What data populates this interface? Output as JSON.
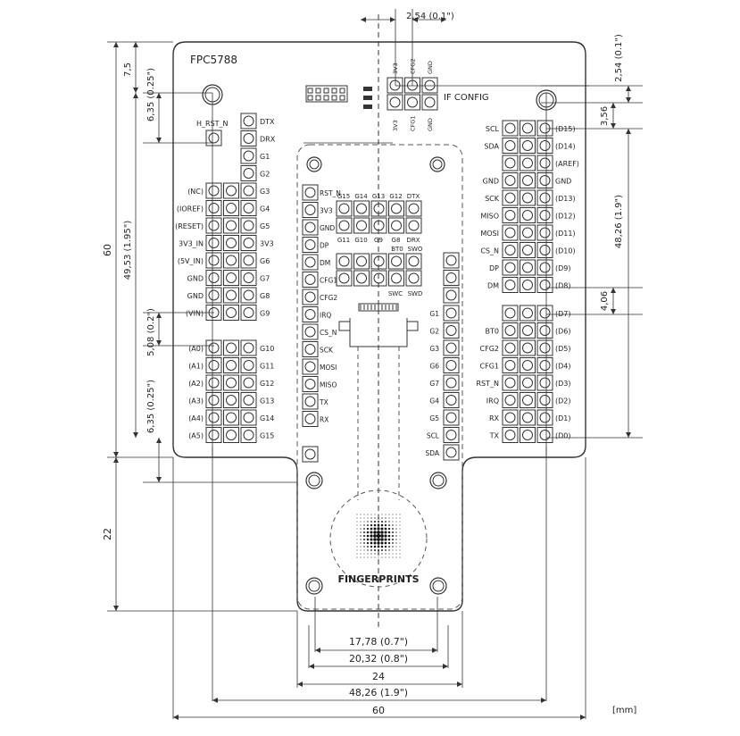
{
  "board": {
    "title": "FPC5788",
    "if_config_label": "IF CONFIG",
    "fingerprints_label": "FINGERPRINTS",
    "h_rst_n_label": "H_RST_N",
    "units": "[mm]"
  },
  "if_config_pins_top": [
    "3V3",
    "CFG2",
    "GND"
  ],
  "if_config_pins_bottom": [
    "3V3",
    "CFG1",
    "GND"
  ],
  "left_header_top": {
    "right_labels": [
      "DTX",
      "DRX",
      "G1",
      "G2"
    ]
  },
  "left_header_main": {
    "left_labels": [
      "(NC)",
      "(IOREF)",
      "(RESET)",
      "3V3_IN",
      "(5V_IN)",
      "GND",
      "GND",
      "(VIN)"
    ],
    "right_labels": [
      "G3",
      "G4",
      "G5",
      "3V3",
      "G6",
      "G7",
      "G8",
      "G9"
    ]
  },
  "left_header_analog": {
    "left_labels": [
      "(A0)",
      "(A1)",
      "(A2)",
      "(A3)",
      "(A4)",
      "(A5)"
    ],
    "right_labels": [
      "G10",
      "G11",
      "G12",
      "G13",
      "G14",
      "G15"
    ]
  },
  "right_header_top": {
    "left_labels": [
      "SCL",
      "SDA",
      "",
      "GND",
      "SCK",
      "MISO",
      "MOSI",
      "CS_N",
      "DP",
      "DM"
    ],
    "right_labels": [
      "(D15)",
      "(D14)",
      "(AREF)",
      "GND",
      "(D13)",
      "(D12)",
      "(D11)",
      "(D10)",
      "(D9)",
      "(D8)"
    ]
  },
  "right_header_bottom": {
    "left_labels": [
      "",
      "BT0",
      "CFG2",
      "CFG1",
      "RST_N",
      "IRQ",
      "RX",
      "TX"
    ],
    "right_labels": [
      "(D7)",
      "(D6)",
      "(D5)",
      "(D4)",
      "(D3)",
      "(D2)",
      "(D1)",
      "(D0)"
    ]
  },
  "sensor_left_column": {
    "labels": [
      "RST_N",
      "3V3",
      "GND",
      "DP",
      "DM",
      "CFG1",
      "CFG2",
      "IRQ",
      "CS_N",
      "SCK",
      "MOSI",
      "MISO",
      "TX",
      "RX"
    ]
  },
  "sensor_right_column": {
    "labels": [
      "G1",
      "G2",
      "G3",
      "G6",
      "G7",
      "G4",
      "G5",
      "SCL",
      "SDA"
    ]
  },
  "gpio_block_a": {
    "top_labels": [
      "G15",
      "G14",
      "G13",
      "G12",
      "DTX"
    ],
    "bottom_labels": [
      "G11",
      "G10",
      "G9",
      "G8",
      "DRX"
    ]
  },
  "swd_block": {
    "top_labels": [
      "BT0",
      "SWO"
    ],
    "bottom_labels": [
      "SWC",
      "SWD"
    ]
  },
  "dimensions": {
    "top_pitch": "2,54 (0.1\")",
    "right_top_pitch": "2,54 (0.1\")",
    "right_offset": "3,56",
    "right_span": "48,26 (1.9\")",
    "right_gap": "4,06",
    "left_top_7_5": "7,5",
    "left_top_6_35": "6,35 (0.25\")",
    "left_height": "60",
    "left_span": "49,53 (1.95\")",
    "left_gap_5_08": "5,08 (0.2\")",
    "left_gap_6_35": "6,35 (0.25\")",
    "left_tab": "22",
    "bottom_17_78": "17,78 (0.7\")",
    "bottom_20_32": "20,32 (0.8\")",
    "bottom_24": "24",
    "bottom_48_26": "48,26 (1.9\")",
    "bottom_60": "60"
  }
}
